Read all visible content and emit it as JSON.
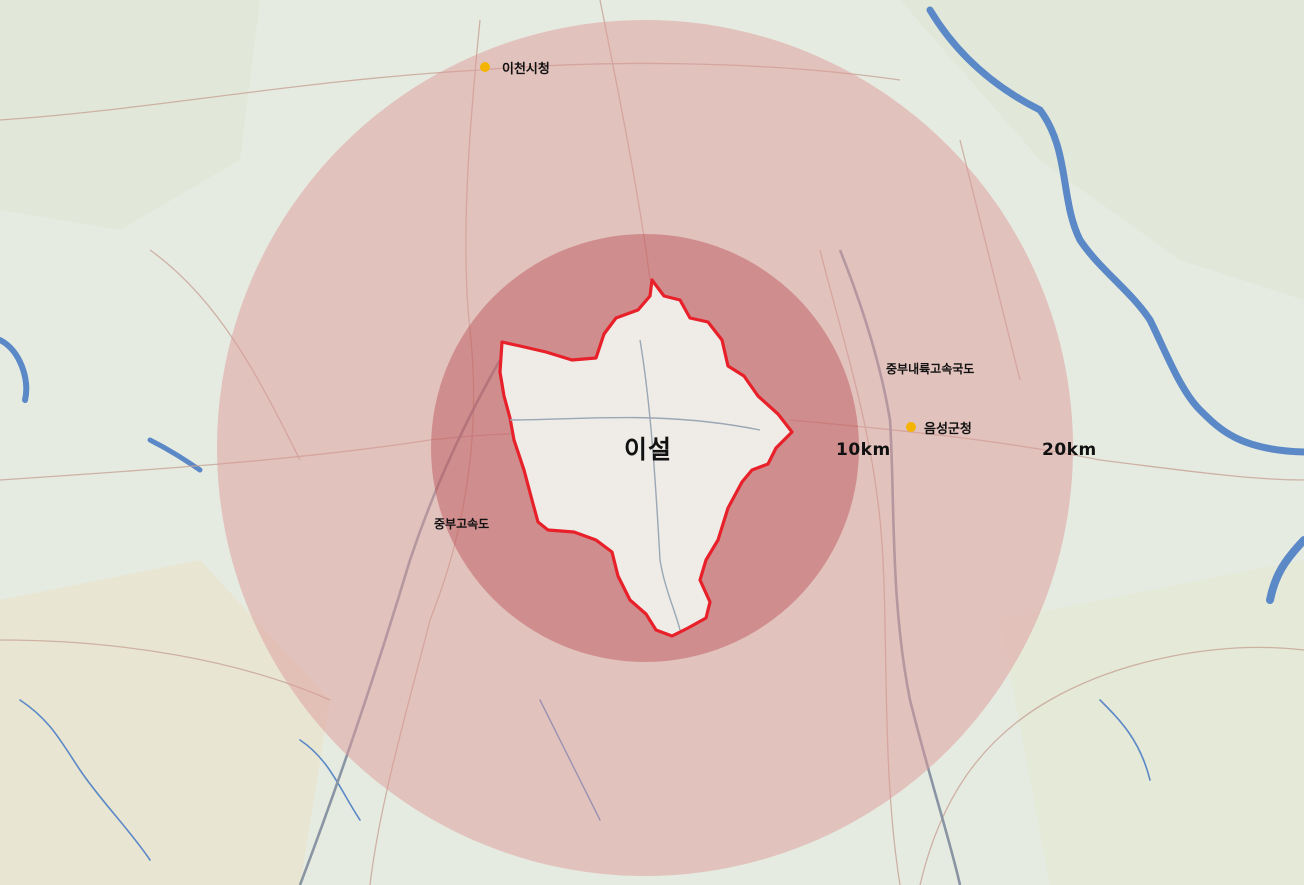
{
  "map": {
    "area_label": "이설",
    "rings": [
      {
        "label": "10km",
        "fill": "#b8444a"
      },
      {
        "label": "20km",
        "fill": "#dd9a9a"
      }
    ],
    "pois": [
      {
        "label": "이천시청",
        "marker_color": "#f5b400"
      },
      {
        "label": "음성군청",
        "marker_color": "#f5b400"
      }
    ],
    "highways": [
      {
        "label": "중부내륙고속국도"
      },
      {
        "label": "중부고속도"
      }
    ],
    "boundary_color": "#e8202a",
    "colors": {
      "base_map": "#e6ebe1",
      "river": "#5b88c7",
      "road": "#c9a79a"
    }
  }
}
